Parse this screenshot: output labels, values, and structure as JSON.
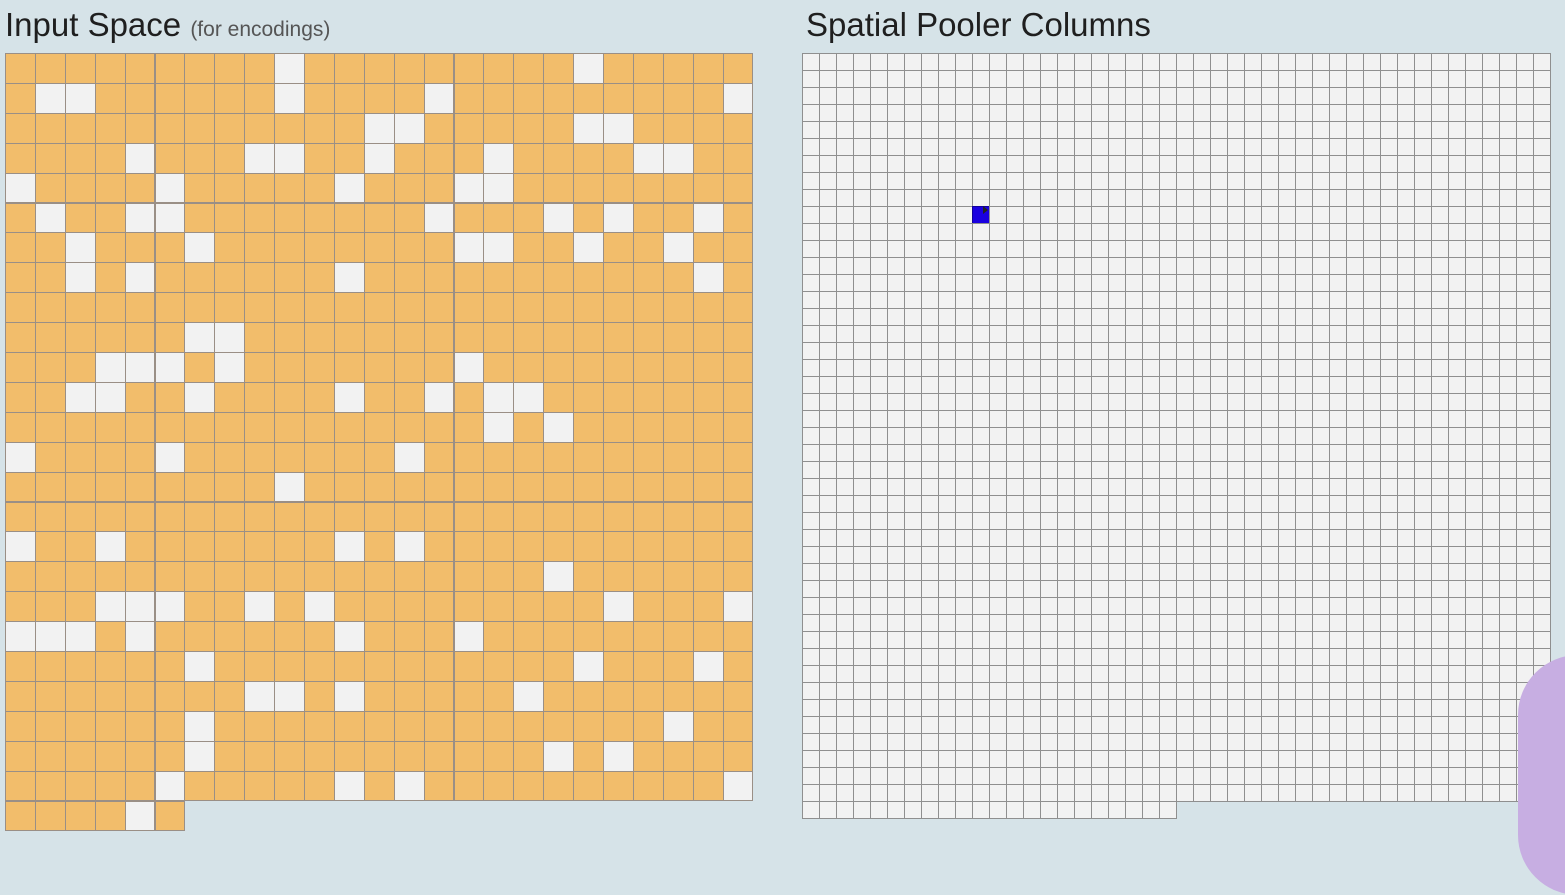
{
  "input_space": {
    "title": "Input Space",
    "subtitle": "(for encodings)",
    "colors": {
      "cell": "#f2bd6b",
      "on_cell": "#f2f2f2",
      "gridline": "#9a8f86"
    },
    "cols": 25,
    "full_rows": 25,
    "last_row_cells": 6,
    "white_cells": [
      [
        0,
        9
      ],
      [
        0,
        19
      ],
      [
        1,
        1
      ],
      [
        1,
        2
      ],
      [
        1,
        9
      ],
      [
        1,
        14
      ],
      [
        1,
        24
      ],
      [
        2,
        12
      ],
      [
        2,
        13
      ],
      [
        2,
        19
      ],
      [
        2,
        20
      ],
      [
        3,
        4
      ],
      [
        3,
        8
      ],
      [
        3,
        9
      ],
      [
        3,
        12
      ],
      [
        3,
        16
      ],
      [
        3,
        21
      ],
      [
        3,
        22
      ],
      [
        4,
        0
      ],
      [
        4,
        5
      ],
      [
        4,
        11
      ],
      [
        4,
        15
      ],
      [
        4,
        16
      ],
      [
        5,
        1
      ],
      [
        5,
        4
      ],
      [
        5,
        5
      ],
      [
        5,
        14
      ],
      [
        5,
        18
      ],
      [
        5,
        20
      ],
      [
        5,
        23
      ],
      [
        6,
        2
      ],
      [
        6,
        6
      ],
      [
        6,
        15
      ],
      [
        6,
        16
      ],
      [
        6,
        19
      ],
      [
        6,
        22
      ],
      [
        7,
        2
      ],
      [
        7,
        4
      ],
      [
        7,
        11
      ],
      [
        7,
        23
      ],
      [
        9,
        6
      ],
      [
        9,
        7
      ],
      [
        10,
        3
      ],
      [
        10,
        4
      ],
      [
        10,
        5
      ],
      [
        10,
        7
      ],
      [
        10,
        15
      ],
      [
        11,
        2
      ],
      [
        11,
        3
      ],
      [
        11,
        6
      ],
      [
        11,
        11
      ],
      [
        11,
        14
      ],
      [
        11,
        16
      ],
      [
        11,
        17
      ],
      [
        12,
        16
      ],
      [
        12,
        18
      ],
      [
        13,
        0
      ],
      [
        13,
        5
      ],
      [
        13,
        13
      ],
      [
        14,
        9
      ],
      [
        16,
        0
      ],
      [
        16,
        3
      ],
      [
        16,
        11
      ],
      [
        16,
        13
      ],
      [
        17,
        18
      ],
      [
        18,
        3
      ],
      [
        18,
        4
      ],
      [
        18,
        5
      ],
      [
        18,
        8
      ],
      [
        18,
        10
      ],
      [
        18,
        20
      ],
      [
        18,
        24
      ],
      [
        19,
        0
      ],
      [
        19,
        1
      ],
      [
        19,
        2
      ],
      [
        19,
        4
      ],
      [
        19,
        11
      ],
      [
        19,
        15
      ],
      [
        20,
        6
      ],
      [
        20,
        19
      ],
      [
        20,
        23
      ],
      [
        21,
        8
      ],
      [
        21,
        9
      ],
      [
        21,
        11
      ],
      [
        21,
        17
      ],
      [
        22,
        6
      ],
      [
        22,
        22
      ],
      [
        23,
        6
      ],
      [
        23,
        18
      ],
      [
        23,
        20
      ],
      [
        24,
        5
      ],
      [
        24,
        11
      ],
      [
        24,
        13
      ],
      [
        24,
        24
      ],
      [
        25,
        4
      ]
    ]
  },
  "spatial_pooler": {
    "title": "Spatial Pooler Columns",
    "colors": {
      "cell": "#f2f2f2",
      "active": "#1a00e0",
      "gridline": "#8f8f8f"
    },
    "cols": 44,
    "full_rows": 44,
    "last_row_cells": 22,
    "active_cells": [
      [
        9,
        10
      ]
    ]
  }
}
